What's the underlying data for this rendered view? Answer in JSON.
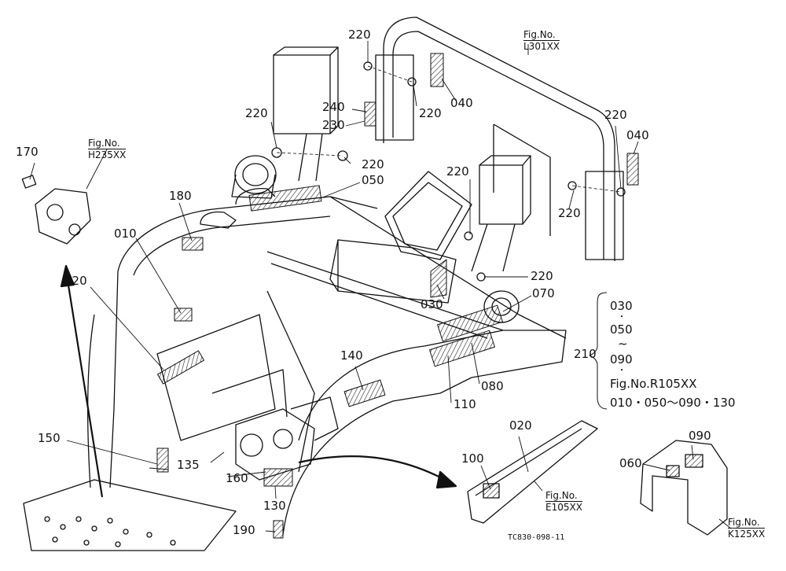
{
  "callouts": {
    "c220_a": "220",
    "c220_b": "220",
    "c220_c": "220",
    "c220_d": "220",
    "c220_e": "220",
    "c220_f": "220",
    "c220_g": "220",
    "c220_h": "220",
    "c240": "240",
    "c230": "230",
    "c040_a": "040",
    "c040_b": "040",
    "c170": "170",
    "c180": "180",
    "c050": "050",
    "c010": "010",
    "c120": "120",
    "c030": "030",
    "c070": "070",
    "c140": "140",
    "c080": "080",
    "c110": "110",
    "c210": "210",
    "c150": "150",
    "c135": "135",
    "c160": "160",
    "c130": "130",
    "c190": "190",
    "c020": "020",
    "c100": "100",
    "c090": "090",
    "c060": "060"
  },
  "figrefs": {
    "l301": {
      "prefix": "Fig.No.",
      "code": "L301XX"
    },
    "h235": {
      "prefix": "Fig.No.",
      "code": "H235XX"
    },
    "e105": {
      "prefix": "Fig.No.",
      "code": "E105XX"
    },
    "k125": {
      "prefix": "Fig.No.",
      "code": "K125XX"
    }
  },
  "bracket_note": {
    "n1": "030",
    "n2": "050",
    "tilde": "~",
    "n3": "090",
    "fig_line": "Fig.No.R105XX",
    "list_line": "010・050～090・130"
  },
  "drawing_ref": "TC830-098-11"
}
